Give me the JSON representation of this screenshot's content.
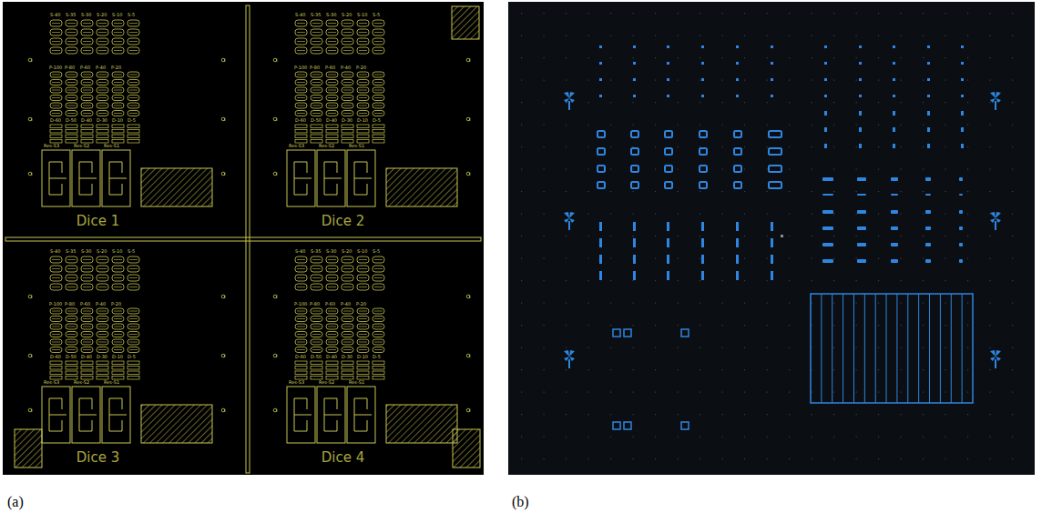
{
  "diagram": {
    "nodes": [
      {
        "text": [
          "Dice 1"
        ]
      },
      {
        "text": [
          "Dice 2"
        ]
      },
      {
        "text": [
          "Dice 3"
        ]
      },
      {
        "text": [
          "Dice 4"
        ]
      }
    ],
    "labels": [
      "(a)",
      "(b)",
      "S-40",
      "S-35",
      "S-30",
      "S-20",
      "S-10",
      "S-5",
      "P-100",
      "P-80",
      "P-60",
      "P-40",
      "P-20",
      "D-60",
      "D-50",
      "D-40",
      "D-30",
      "D-10",
      "D-5",
      "Res-S3",
      "Res-S2",
      "Res-S1",
      "S-40",
      "S-35",
      "S-30",
      "S-20",
      "S-10",
      "S-5",
      "P-100",
      "P-80",
      "P-60",
      "P-40",
      "P-20",
      "D-60",
      "D-50",
      "D-40",
      "D-30",
      "D-10",
      "D-5",
      "Res-S3",
      "Res-S2",
      "Res-S1",
      "S-40",
      "S-35",
      "S-30",
      "S-20",
      "S-10",
      "S-5",
      "P-100",
      "P-80",
      "P-60",
      "P-40",
      "P-20",
      "D-60",
      "D-50",
      "D-40",
      "D-30",
      "D-10",
      "D-5",
      "Res-S3",
      "Res-S2",
      "Res-S1",
      "S-40",
      "S-35",
      "S-30",
      "S-20",
      "S-10",
      "S-5",
      "P-100",
      "P-80",
      "P-60",
      "P-40",
      "P-20",
      "D-60",
      "D-50",
      "D-40",
      "D-30",
      "D-10",
      "D-5",
      "Res-S3",
      "Res-S2",
      "Res-S1"
    ]
  }
}
